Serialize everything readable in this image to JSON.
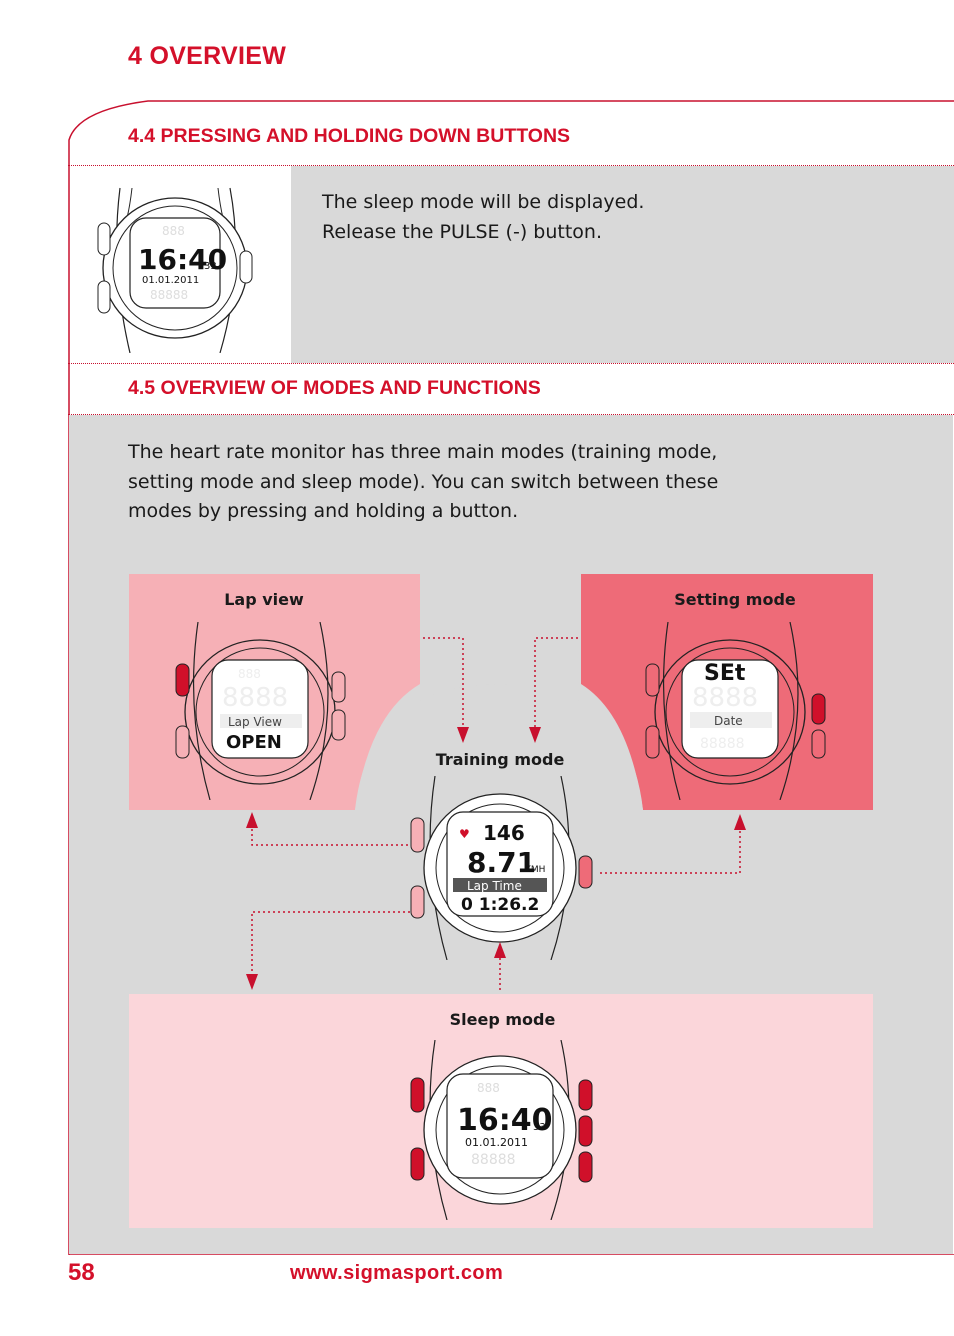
{
  "chapter_title": "4 OVERVIEW",
  "section_44": {
    "heading": "4.4 PRESSING AND HOLDING DOWN BUTTONS",
    "text_line1": "The sleep mode will be displayed.",
    "text_line2": "Release the PULSE (-) button."
  },
  "section_45": {
    "heading": "4.5 OVERVIEW OF MODES AND FUNCTIONS",
    "intro_line1": "The heart rate monitor has three main modes (training mode,",
    "intro_line2": "setting mode and sleep mode). You can switch between these",
    "intro_line3": "modes by pressing and holding a button."
  },
  "diagram": {
    "lap_view_label": "Lap view",
    "setting_mode_label": "Setting mode",
    "training_mode_label": "Training mode",
    "sleep_mode_label": "Sleep mode",
    "watch_time": "16:40",
    "watch_seconds": "33",
    "watch_date": "01.01.2011",
    "lap_view_text": "Lap View",
    "lap_open_text": "OPEN",
    "setting_text": "SEt",
    "setting_sub": "Date",
    "training_pulse": "146",
    "training_speed": "8.71",
    "training_unit": "KMH",
    "training_lap_label": "Lap Time",
    "training_lap_time": "0 1:26.2"
  },
  "footer": {
    "page_number": "58",
    "url": "www.sigmasport.com"
  },
  "colors": {
    "accent_red": "#d4102a",
    "panel_gray": "#d9d9d9",
    "lap_pink": "#f6b0b6",
    "setting_red": "#ee6b78",
    "sleep_pink": "#fbd6da",
    "button_red": "#d0102a"
  }
}
